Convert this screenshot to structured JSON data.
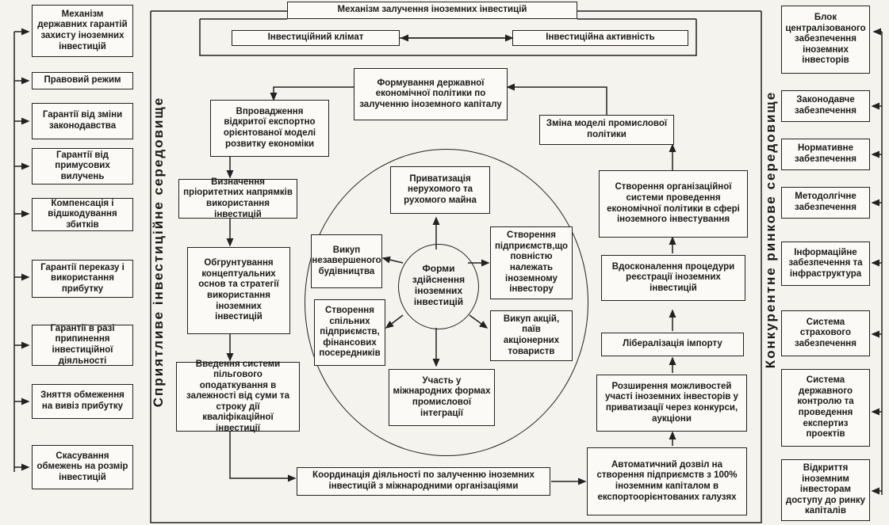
{
  "top": {
    "title": "Механізм залучення іноземних інвестицій",
    "climate": "Інвестиційний клімат",
    "activity": "Інвестиційна активність"
  },
  "left_column": {
    "vertical_label": "Сприятливе інвестиційне середовище",
    "items": [
      "Механізм державних гарантій захисту іноземних інвестицій",
      "Правовий режим",
      "Гарантії від зміни законодавства",
      "Гарантії від примусових вилучень",
      "Компенсація і відшкодування збитків",
      "Гарантії переказу і використання прибутку",
      "Гарантії в разі припинення інвестиційної діяльності",
      "Зняття обмеження на вивіз прибутку",
      "Скасування обмежень на розмір інвестицій"
    ]
  },
  "right_column": {
    "vertical_label": "Конкурентне ринкове середовище",
    "items": [
      "Блок централізованого забезпечення іноземних інвесторів",
      "Законодавче забезпечення",
      "Нормативне забезпечення",
      "Методолгічне забезпечення",
      "Інформаційне забезпечення та інфраструктура",
      "Система страхового забезпечення",
      "Система державного контролю та проведення експертиз проектів",
      "Відкриття іноземним інвесторам доступу до ринку капіталів"
    ]
  },
  "center": {
    "policy": "Формування державної економічної політики по залученню іноземного капіталу",
    "left_chain": [
      "Впровадження відкритої експортно орієнтованої моделі розвитку економіки",
      "Визначення пріоритетних напрямків використання інвестицій",
      "Обгрунтування концептуальних основ та стратегії використання іноземних інвестицій",
      "Введення системи пільгового оподаткування в залежності від суми та строку дії кваліфікаційної інвестиції"
    ],
    "coordination": "Координація діяльності по залученню іноземних інвестицій з міжнародними організаціями",
    "right_chain": [
      "Зміна моделі промислової політики",
      "Створення організаційної системи проведення економічної політики в сфері іноземного інвестування",
      "Вдосконалення процедури реєстрації іноземних інвестицій",
      "Лібералізація імпорту",
      "Розширення можливостей участі іноземних інвесторів у приватизації через конкурси, аукціони",
      "Автоматичний дозвіл на створення підприємств з 100% іноземним капіталом в експортоорієнтованих галузях"
    ],
    "forms": {
      "core": "Форми здійснення іноземних інвестицій",
      "items": [
        "Приватизація нерухомого та рухомого майна",
        "Створення підприємств,що повністю належать іноземному інвестору",
        "Викуп акцій, паїв акціонерних товариств",
        "Участь у міжнародних формах промислової інтеграції",
        "Створення спільних підприємств, фінансових посередників",
        "Викуп незавершеного будівництва"
      ]
    }
  }
}
